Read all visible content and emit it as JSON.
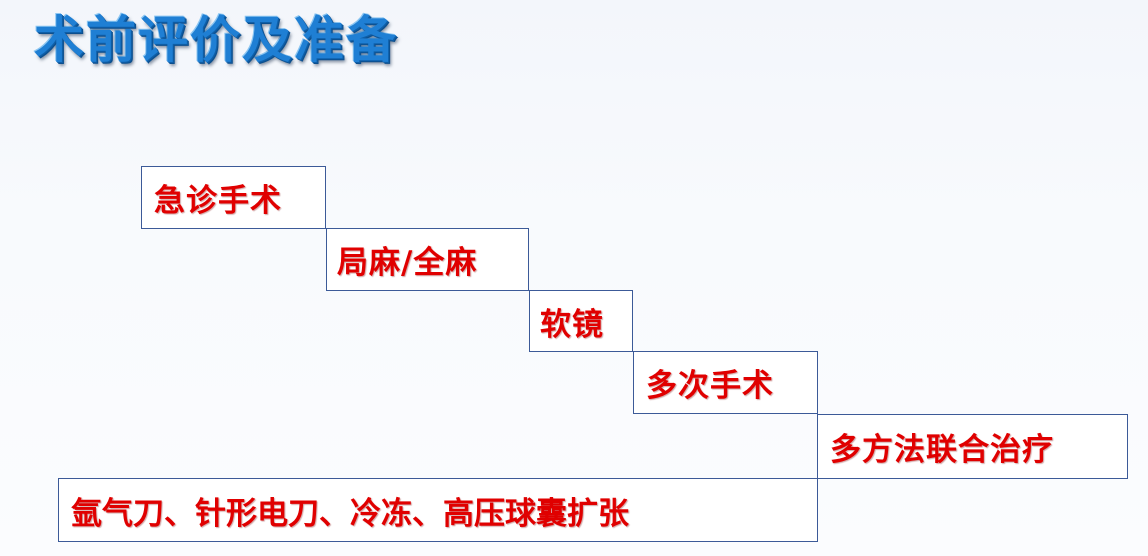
{
  "slide": {
    "title": "术前评价及准备",
    "colors": {
      "title": "#1f7fd4",
      "step_text": "#e00000",
      "step_border": "#3c5a98",
      "background": "#f6f9fc"
    }
  },
  "staircase": {
    "steps": [
      {
        "label": "急诊手术"
      },
      {
        "label": "局麻/全麻"
      },
      {
        "label": "软镜"
      },
      {
        "label": "多次手术"
      },
      {
        "label": "多方法联合治疗"
      },
      {
        "label": "氩气刀、针形电刀、冷冻、高压球囊扩张"
      }
    ]
  }
}
